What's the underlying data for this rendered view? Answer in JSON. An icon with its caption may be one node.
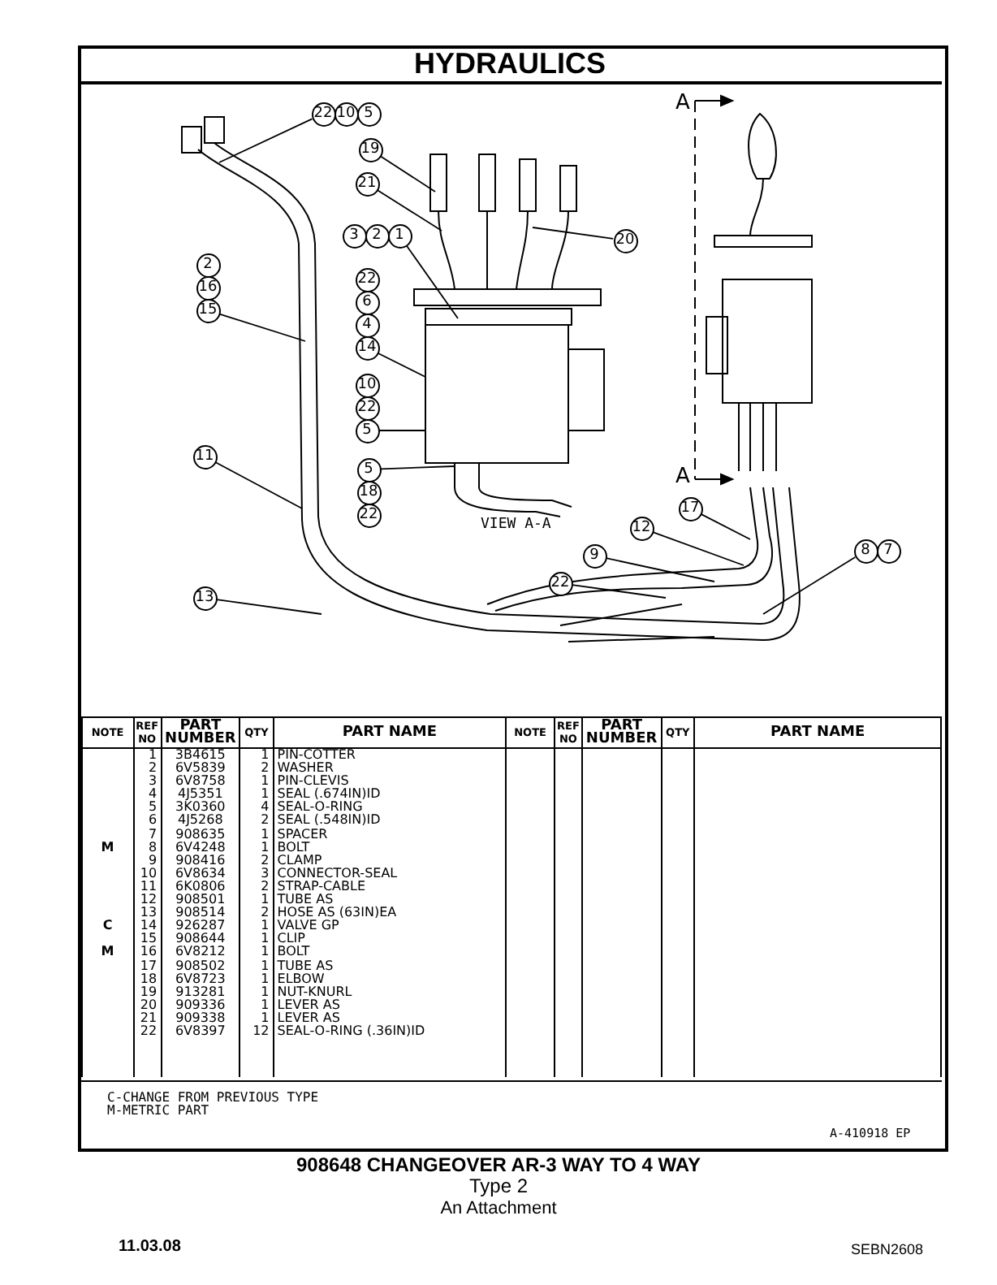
{
  "diagram": {
    "title": "HYDRAULICS",
    "caption": "908648 CHANGEOVER AR-3 WAY TO 4 WAY",
    "nodes": [
      {
        "text": [
          "22",
          "10",
          "5"
        ]
      },
      {
        "text": [
          "19"
        ]
      },
      {
        "text": [
          "21"
        ]
      },
      {
        "text": [
          "20"
        ]
      },
      {
        "text": [
          "3",
          "2",
          "1"
        ]
      },
      {
        "text": [
          "22",
          "6",
          "4",
          "14"
        ]
      },
      {
        "text": [
          "10",
          "22",
          "5"
        ]
      },
      {
        "text": [
          "5",
          "18",
          "22"
        ]
      },
      {
        "text": [
          "2",
          "16",
          "15"
        ]
      },
      {
        "text": [
          "11"
        ]
      },
      {
        "text": [
          "13"
        ]
      },
      {
        "text": [
          "17"
        ]
      },
      {
        "text": [
          "12"
        ]
      },
      {
        "text": [
          "9"
        ]
      },
      {
        "text": [
          "22"
        ]
      },
      {
        "text": [
          "8",
          "7"
        ]
      }
    ],
    "edges": [
      {
        "from": 0,
        "to": null,
        "arrow": "none"
      },
      {
        "from": 1,
        "to": null,
        "arrow": "none"
      },
      {
        "from": 2,
        "to": null,
        "arrow": "none"
      },
      {
        "from": 3,
        "to": null,
        "arrow": "none"
      },
      {
        "from": 4,
        "to": null,
        "arrow": "none"
      },
      {
        "from": 5,
        "to": null,
        "arrow": "none"
      },
      {
        "from": 6,
        "to": null,
        "arrow": "none"
      },
      {
        "from": 7,
        "to": null,
        "arrow": "none"
      },
      {
        "from": 8,
        "to": null,
        "arrow": "none"
      },
      {
        "from": 9,
        "to": null,
        "arrow": "none"
      },
      {
        "from": 10,
        "to": null,
        "arrow": "none"
      },
      {
        "from": 11,
        "to": null,
        "arrow": "none"
      },
      {
        "from": 12,
        "to": null,
        "arrow": "none"
      },
      {
        "from": 13,
        "to": null,
        "arrow": "none"
      },
      {
        "from": 14,
        "to": null,
        "arrow": "none"
      },
      {
        "from": 15,
        "to": null,
        "arrow": "none"
      }
    ],
    "labels": [
      "A",
      "A",
      "VIEW A-A",
      "NOTE",
      "REF NO",
      "PART NUMBER",
      "QTY",
      "PART NAME",
      "NOTE",
      "REF NO",
      "PART NUMBER",
      "QTY",
      "PART NAME",
      "1",
      "3B4615",
      "1",
      "PIN-COTTER",
      "2",
      "6V5839",
      "2",
      "WASHER",
      "3",
      "6V8758",
      "1",
      "PIN-CLEVIS",
      "4",
      "4J5351",
      "1",
      "SEAL (.674IN)ID",
      "5",
      "3K0360",
      "4",
      "SEAL-O-RING",
      "6",
      "4J5268",
      "2",
      "SEAL (.548IN)ID",
      "7",
      "908635",
      "1",
      "SPACER",
      "M",
      "8",
      "6V4248",
      "1",
      "BOLT",
      "9",
      "908416",
      "2",
      "CLAMP",
      "10",
      "6V8634",
      "3",
      "CONNECTOR-SEAL",
      "11",
      "6K0806",
      "2",
      "STRAP-CABLE",
      "12",
      "908501",
      "1",
      "TUBE AS",
      "13",
      "908514",
      "2",
      "HOSE AS (63IN)EA",
      "C",
      "14",
      "926287",
      "1",
      "VALVE GP",
      "15",
      "908644",
      "1",
      "CLIP",
      "M",
      "16",
      "6V8212",
      "1",
      "BOLT",
      "17",
      "908502",
      "1",
      "TUBE AS",
      "18",
      "6V8723",
      "1",
      "ELBOW",
      "19",
      "913281",
      "1",
      "NUT-KNURL",
      "20",
      "909336",
      "1",
      "LEVER AS",
      "21",
      "909338",
      "1",
      "LEVER AS",
      "22",
      "6V8397",
      "12",
      "SEAL-O-RING (.36IN)ID",
      "C-CHANGE FROM PREVIOUS TYPE",
      "M-METRIC PART",
      "A-410918 EP",
      "Type 2",
      "An Attachment",
      "11.03.08",
      "SEBN2608"
    ]
  }
}
